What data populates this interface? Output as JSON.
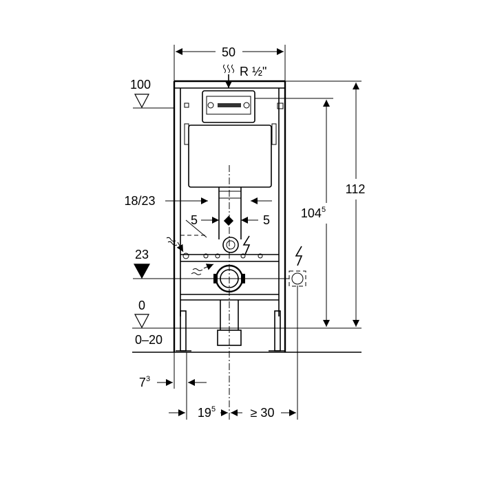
{
  "dimensions": {
    "frame_width": "50",
    "water_connection": "R ½\"",
    "level_top": "100",
    "total_height": "112",
    "actuator_height": "104",
    "actuator_height_sup": "5",
    "pipe_spacing": "18/23",
    "left_offset": "5",
    "right_offset": "5",
    "drain_height": "23",
    "floor_level": "0",
    "floor_range": "0–20",
    "foot_depth": "7",
    "foot_depth_sup": "3",
    "drain_depth": "19",
    "drain_depth_sup": "5",
    "socket_distance": "≥ 30"
  }
}
